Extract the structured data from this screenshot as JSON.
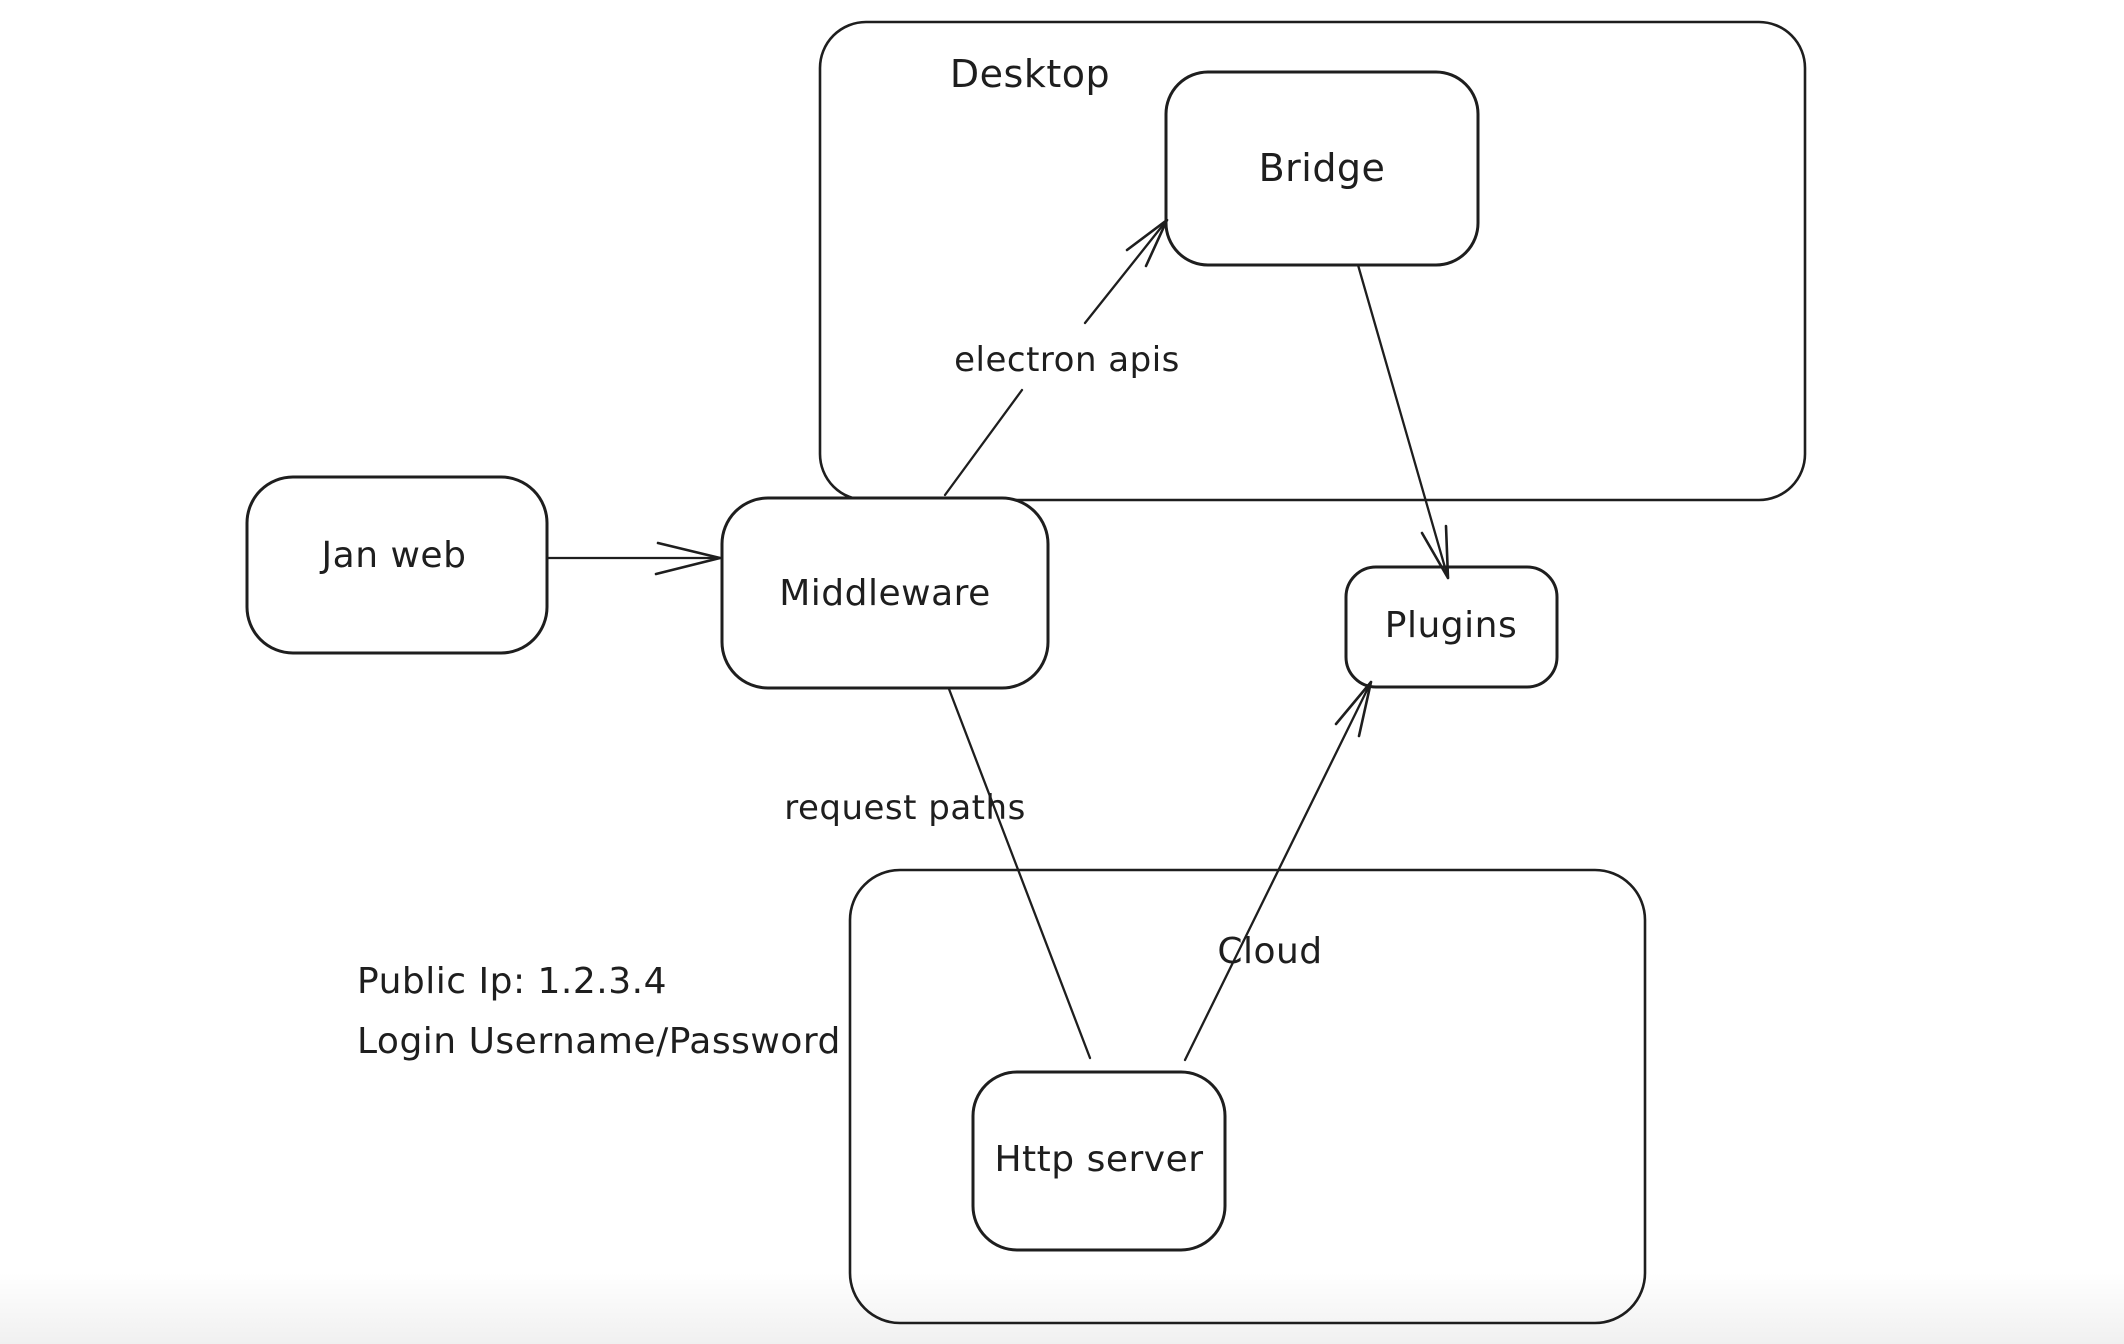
{
  "canvas": {
    "background": "#ffffff",
    "stroke_color": "#1e1e1e"
  },
  "containers": [
    {
      "id": "desktop",
      "label": "Desktop"
    },
    {
      "id": "cloud",
      "label": "Cloud"
    }
  ],
  "nodes": [
    {
      "id": "jan-web",
      "label": "Jan web"
    },
    {
      "id": "middleware",
      "label": "Middleware"
    },
    {
      "id": "bridge",
      "label": "Bridge"
    },
    {
      "id": "plugins",
      "label": "Plugins"
    },
    {
      "id": "http-server",
      "label": "Http server"
    }
  ],
  "edges": [
    {
      "id": "jan-web-to-middleware",
      "from": "Jan web",
      "to": "Middleware",
      "label": "",
      "arrow": true
    },
    {
      "id": "middleware-to-bridge",
      "from": "Middleware",
      "to": "Bridge",
      "label": "electron apis",
      "arrow": true
    },
    {
      "id": "bridge-to-plugins",
      "from": "Bridge",
      "to": "Plugins",
      "label": "",
      "arrow": true
    },
    {
      "id": "middleware-to-http-server",
      "from": "Middleware",
      "to": "Http server",
      "label": "request paths",
      "arrow": false
    },
    {
      "id": "http-server-to-plugins",
      "from": "Http server",
      "to": "Plugins",
      "label": "",
      "arrow": true
    }
  ],
  "note": {
    "line1": "Public Ip: 1.2.3.4",
    "line2": "Login Username/Password"
  }
}
